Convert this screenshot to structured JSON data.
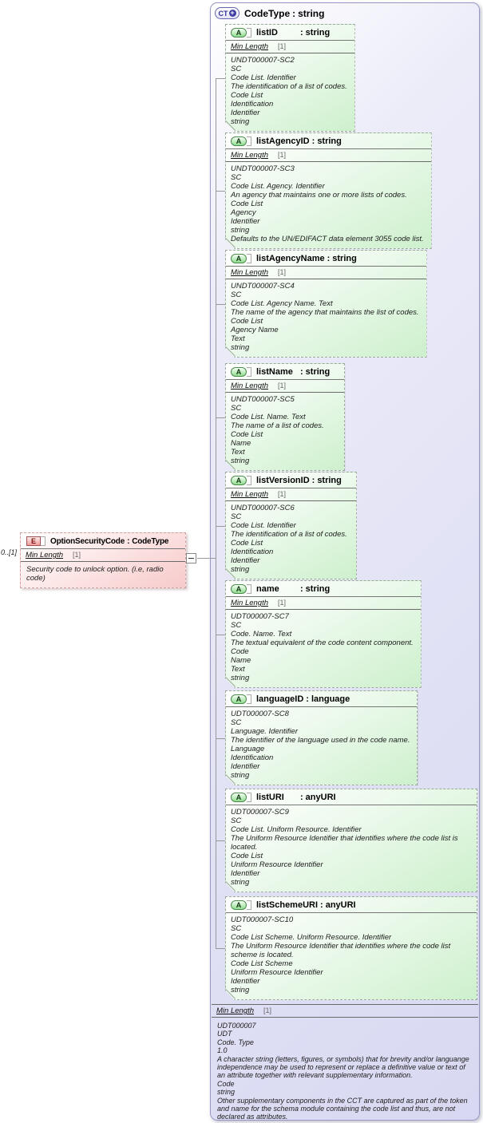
{
  "colon": ":",
  "occurrence": "0..[1]",
  "element": {
    "badge": "E",
    "name": "OptionSecurityCode",
    "type": "CodeType",
    "facet": {
      "name": "Min Length",
      "value": "[1]"
    },
    "doc": "Security code to unlock option. (i.e, radio code)"
  },
  "container": {
    "badge": "CT",
    "plus_icon": "+",
    "name": "CodeType",
    "type": "string",
    "facet": {
      "name": "Min Length",
      "value": "[1]"
    },
    "doc_lines": [
      "UDT000007",
      "UDT",
      "Code. Type",
      "1.0",
      "A character string (letters, figures, or symbols) that for brevity and/or languange independence may be used to represent or replace a definitive value or text of an attribute together with relevant supplementary information.",
      "Code",
      "string",
      "Other supplementary components in the CCT are captured as part of the token and name for the schema module containing the code list and thus, are not declared as attributes."
    ],
    "attributes": [
      {
        "badge": "A",
        "name": "listID",
        "type": "string",
        "facet": {
          "name": "Min Length",
          "value": "[1]"
        },
        "doc_lines": [
          "UNDT000007-SC2",
          "SC",
          "Code List. Identifier",
          "The identification of a list of codes.",
          "Code List",
          "Identification",
          "Identifier",
          "string"
        ]
      },
      {
        "badge": "A",
        "name": "listAgencyID",
        "type": "string",
        "facet": {
          "name": "Min Length",
          "value": "[1]"
        },
        "doc_lines": [
          "UNDT000007-SC3",
          "SC",
          "Code List. Agency. Identifier",
          "An agency that maintains one or more lists of codes.",
          "Code List",
          "Agency",
          "Identifier",
          "string",
          "Defaults to the UN/EDIFACT data element 3055 code list."
        ]
      },
      {
        "badge": "A",
        "name": "listAgencyName",
        "type": "string",
        "facet": {
          "name": "Min Length",
          "value": "[1]"
        },
        "doc_lines": [
          "UNDT000007-SC4",
          "SC",
          "Code List. Agency Name. Text",
          "The name of the agency that maintains the list of codes.",
          "Code List",
          "Agency Name",
          "Text",
          "string"
        ]
      },
      {
        "badge": "A",
        "name": "listName",
        "type": "string",
        "facet": {
          "name": "Min Length",
          "value": "[1]"
        },
        "doc_lines": [
          "UNDT000007-SC5",
          "SC",
          "Code List. Name. Text",
          "The name of a list of codes.",
          "Code List",
          "Name",
          "Text",
          "string"
        ]
      },
      {
        "badge": "A",
        "name": "listVersionID",
        "type": "string",
        "facet": {
          "name": "Min Length",
          "value": "[1]"
        },
        "doc_lines": [
          "UNDT000007-SC6",
          "SC",
          "Code List. Identifier",
          "The identification of a list of codes.",
          "Code List",
          "Identification",
          "Identifier",
          "string"
        ]
      },
      {
        "badge": "A",
        "name": "name",
        "type": "string",
        "facet": {
          "name": "Min Length",
          "value": "[1]"
        },
        "doc_lines": [
          "UDT000007-SC7",
          "SC",
          "Code. Name. Text",
          "The textual equivalent of the code content component.",
          "Code",
          "Name",
          "Text",
          "string"
        ]
      },
      {
        "badge": "A",
        "name": "languageID",
        "type": "language",
        "doc_lines": [
          "UDT000007-SC8",
          "SC",
          "Language. Identifier",
          "The identifier of the language used in the code name.",
          "Language",
          "Identification",
          "Identifier",
          "string"
        ]
      },
      {
        "badge": "A",
        "name": "listURI",
        "type": "anyURI",
        "doc_lines": [
          "UDT000007-SC9",
          "SC",
          "Code List. Uniform Resource. Identifier",
          "The Uniform Resource Identifier that identifies where the code list is located.",
          "Code List",
          "Uniform Resource Identifier",
          "Identifier",
          "string"
        ]
      },
      {
        "badge": "A",
        "name": "listSchemeURI",
        "type": "anyURI",
        "doc_lines": [
          "UDT000007-SC10",
          "SC",
          "Code List Scheme. Uniform Resource. Identifier",
          "The Uniform Resource Identifier that identifies where the code list scheme is located.",
          "Code List Scheme",
          "Uniform Resource Identifier",
          "Identifier",
          "string"
        ]
      }
    ]
  }
}
